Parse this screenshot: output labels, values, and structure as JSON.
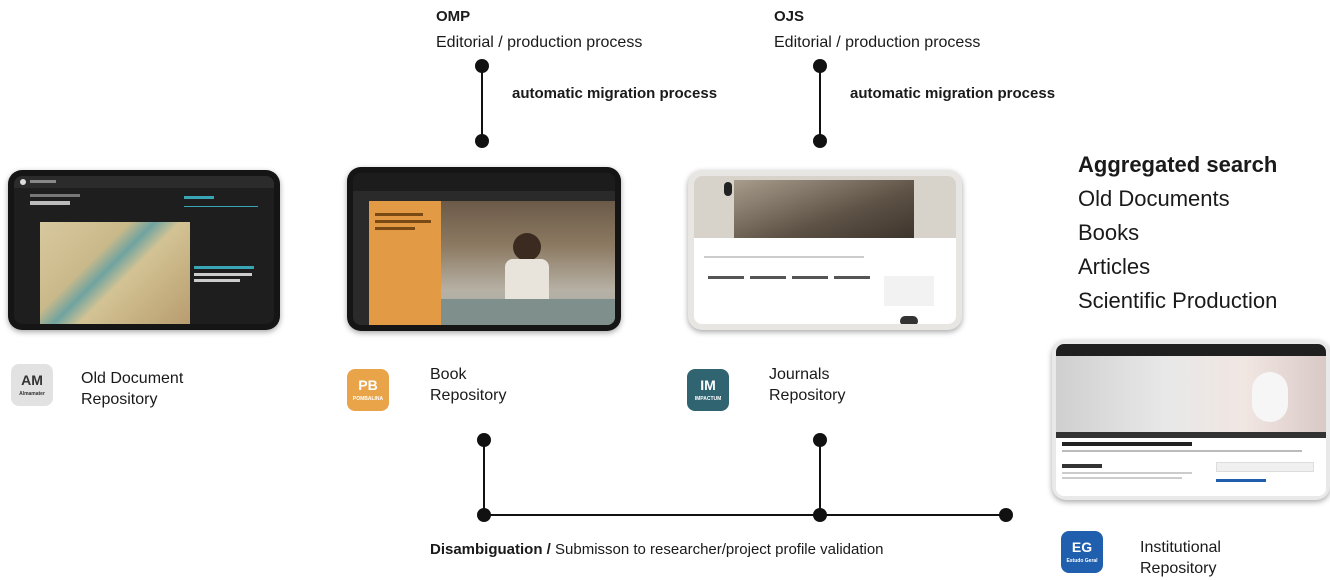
{
  "processes": [
    {
      "title": "OMP",
      "subtitle": "Editorial / production process",
      "migration": "automatic migration process"
    },
    {
      "title": "OJS",
      "subtitle": "Editorial / production process",
      "migration": "automatic migration process"
    }
  ],
  "repositories": [
    {
      "code": "AM",
      "small": "Almamater",
      "label_line1": "Old Document",
      "label_line2": "Repository",
      "color": "#e2e2e2",
      "text_color": "#333333"
    },
    {
      "code": "PB",
      "small": "POMBALINA",
      "label_line1": "Book",
      "label_line2": "Repository",
      "color": "#e9a44a",
      "text_color": "#ffffff"
    },
    {
      "code": "IM",
      "small": "IMPACTUM",
      "label_line1": "Journals",
      "label_line2": "Repository",
      "color": "#2f6470",
      "text_color": "#ffffff"
    },
    {
      "code": "EG",
      "small": "Estudo Geral",
      "label_line1": "Institutional",
      "label_line2": "Repository",
      "color": "#1f5fae",
      "text_color": "#ffffff"
    }
  ],
  "aggregated": {
    "heading": "Aggregated search",
    "items": [
      "Old Documents",
      "Books",
      "Articles",
      "Scientific Production"
    ]
  },
  "bottom": {
    "bold": "Disambiguation /",
    "rest": "Submisson to researcher/project profile validation"
  }
}
